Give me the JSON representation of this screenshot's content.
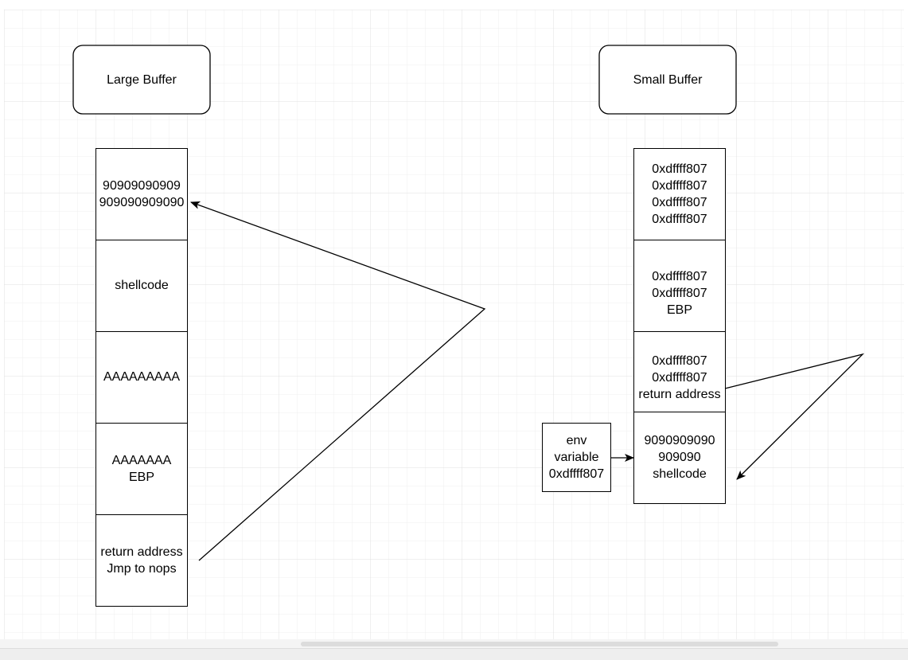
{
  "colors": {
    "background": "#ffffff",
    "grid_minor": "#efefef",
    "grid_major": "#e1e1e1",
    "stroke": "#000000"
  },
  "large": {
    "title": "Large Buffer",
    "cells": [
      "90909090909\n909090909090",
      "shellcode",
      "AAAAAAAAA",
      "AAAAAAA\nEBP",
      "return address\nJmp to nops"
    ]
  },
  "small": {
    "title": "Small Buffer",
    "cells": [
      "0xdffff807\n0xdffff807\n0xdffff807\n0xdffff807",
      "0xdffff807\n0xdffff807\nEBP",
      "0xdffff807\n0xdffff807\nreturn address",
      "9090909090\n909090\nshellcode"
    ],
    "env": "env\nvariable\n0xdffff807"
  }
}
